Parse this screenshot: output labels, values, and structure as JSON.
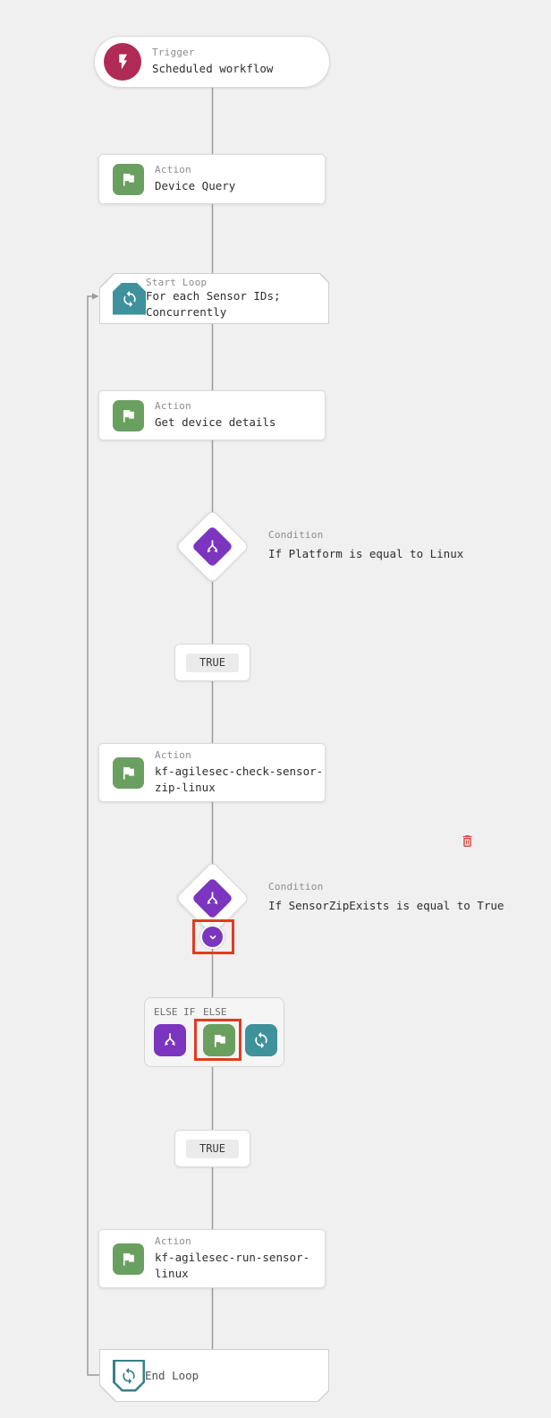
{
  "colors": {
    "canvas_bg": "#f0f0f0",
    "connector": "#9b9b9b",
    "trigger_crimson": "#b02a56",
    "action_green": "#6aa05f",
    "loop_teal": "#3f919b",
    "condition_purple": "#7c35bf",
    "selection_red": "#e03b24",
    "delete_red": "#d8453a"
  },
  "workflow": {
    "trigger": {
      "type_label": "Trigger",
      "title": "Scheduled workflow",
      "icon": "lightning-icon"
    },
    "device_query": {
      "type_label": "Action",
      "title": "Device Query",
      "icon": "flag-icon"
    },
    "start_loop": {
      "type_label": "Start Loop",
      "title": "For each Sensor IDs;\nConcurrently",
      "icon": "loop-icon"
    },
    "get_device_details": {
      "type_label": "Action",
      "title": "Get device details",
      "icon": "flag-icon"
    },
    "condition_platform": {
      "type_label": "Condition",
      "title": "If Platform is equal to Linux",
      "icon": "branch-split-icon"
    },
    "true_label_1": "TRUE",
    "check_sensor_zip": {
      "type_label": "Action",
      "title": "kf-agilesec-check-sensor-\nzip-linux",
      "icon": "flag-icon"
    },
    "delete_button": {
      "icon": "trash-icon"
    },
    "condition_sensor_zip": {
      "type_label": "Condition",
      "title": "If SensorZipExists is equal to True",
      "icon": "branch-split-icon"
    },
    "expand_button": {
      "icon": "chevron-down-icon",
      "selected": true
    },
    "branch_panel": {
      "else_if_label": "ELSE IF",
      "else_label": "ELSE",
      "buttons": [
        {
          "name": "add-condition",
          "icon": "branch-split-icon"
        },
        {
          "name": "add-action",
          "icon": "flag-icon",
          "selected": true
        },
        {
          "name": "add-loop",
          "icon": "loop-icon"
        }
      ]
    },
    "true_label_2": "TRUE",
    "run_sensor": {
      "type_label": "Action",
      "title": "kf-agilesec-run-sensor-\nlinux",
      "icon": "flag-icon"
    },
    "end_loop": {
      "title": "End Loop",
      "icon": "loop-icon"
    }
  }
}
